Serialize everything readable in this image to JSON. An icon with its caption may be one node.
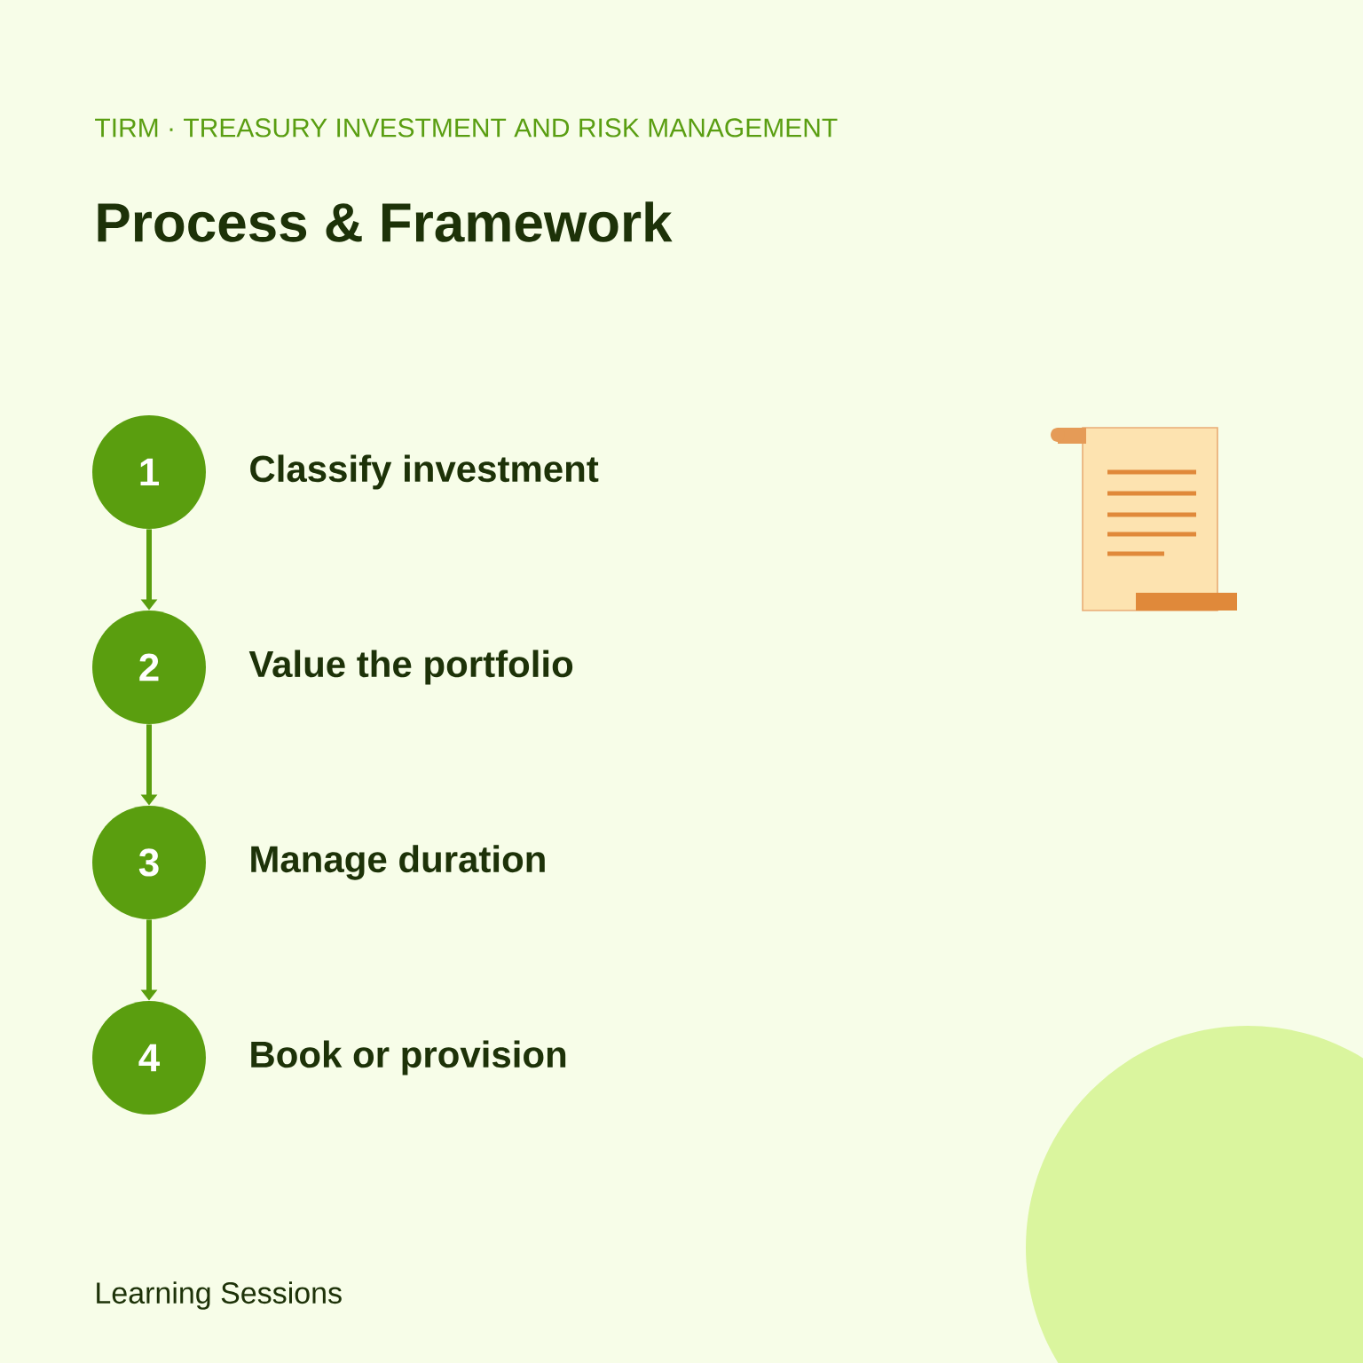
{
  "diagram": {
    "title": "Process & Framework",
    "nodes": [
      {
        "text": [
          "1"
        ],
        "beside": [
          "Classify investment"
        ]
      },
      {
        "text": [
          "2"
        ],
        "beside": [
          "Value the portfolio"
        ]
      },
      {
        "text": [
          "3"
        ],
        "beside": [
          "Manage duration"
        ]
      },
      {
        "text": [
          "4"
        ],
        "beside": [
          "Book or provision"
        ]
      }
    ],
    "edges": [
      {
        "from": 0,
        "to": 1,
        "arrow": "to"
      },
      {
        "from": 1,
        "to": 2,
        "arrow": "to"
      },
      {
        "from": 2,
        "to": 3,
        "arrow": "to"
      }
    ],
    "labels": [
      "TIRM · TREASURY INVESTMENT AND RISK MANAGEMENT",
      "Learning Sessions"
    ]
  }
}
